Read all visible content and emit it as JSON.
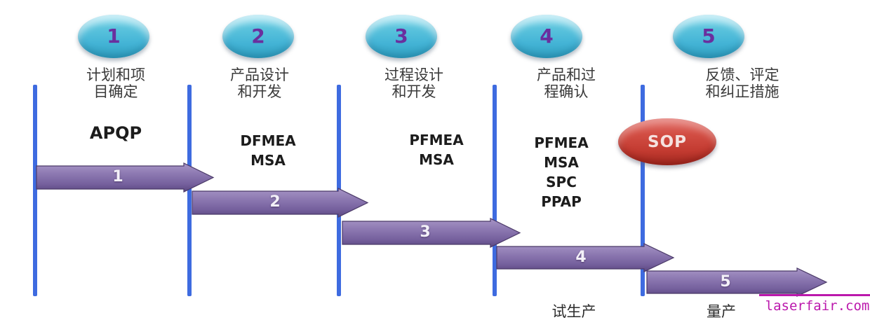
{
  "colors": {
    "ellipse_cyan": "#44b4d6",
    "ellipse_number_purple": "#6a2f9e",
    "phase_line_blue": "#3e6be0",
    "arrow_purple": "#8064a2",
    "sop_red": "#c23a30",
    "sop_text": "#f5e2e0",
    "watermark_magenta": "#bb18ac",
    "text_dark": "#3a3a3a"
  },
  "phases": [
    {
      "number": "1",
      "name_lines": [
        "计划和项",
        "目确定"
      ],
      "deliverables": [
        "APQP"
      ]
    },
    {
      "number": "2",
      "name_lines": [
        "产品设计",
        "和开发"
      ],
      "deliverables": [
        "DFMEA",
        "MSA"
      ]
    },
    {
      "number": "3",
      "name_lines": [
        "过程设计",
        "和开发"
      ],
      "deliverables": [
        "PFMEA",
        "MSA"
      ]
    },
    {
      "number": "4",
      "name_lines": [
        "产品和过",
        "程确认"
      ],
      "deliverables": [
        "PFMEA",
        "MSA",
        "SPC",
        "PPAP"
      ]
    },
    {
      "number": "5",
      "name_lines": [
        "反馈、评定",
        "和纠正措施"
      ],
      "deliverables": []
    }
  ],
  "gantt_arrows": [
    {
      "label": "1"
    },
    {
      "label": "2"
    },
    {
      "label": "3"
    },
    {
      "label": "4"
    },
    {
      "label": "5"
    }
  ],
  "sop_badge": {
    "label": "SOP"
  },
  "milestones": {
    "trial_production": "试生产",
    "mass_production": "量产"
  },
  "watermark": "laserfair.com"
}
